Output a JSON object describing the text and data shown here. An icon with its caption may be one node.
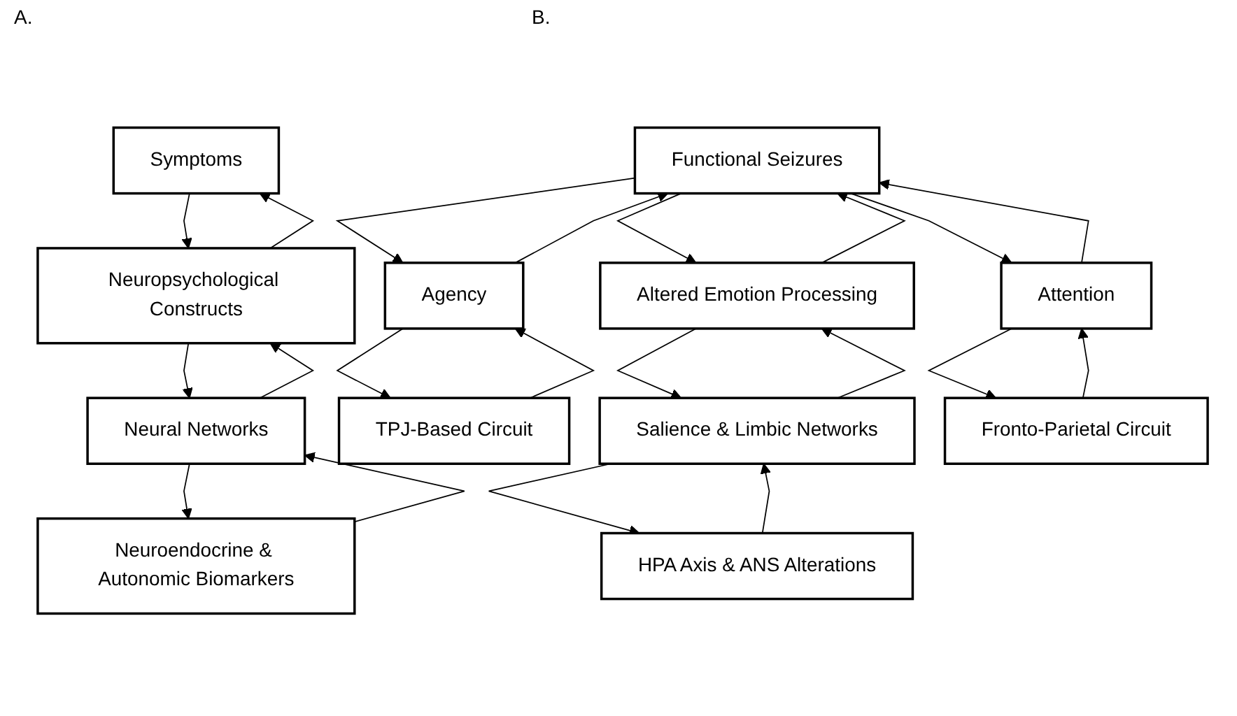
{
  "diagram": {
    "nodes": [
      {
        "text": [
          "Symptoms"
        ]
      },
      {
        "text": [
          "Neuropsychological Constructs"
        ]
      },
      {
        "text": [
          "Neural Networks"
        ]
      },
      {
        "text": [
          "Neuroendocrine & Autonomic Biomarkers"
        ]
      },
      {
        "text": [
          "Functional Seizures"
        ]
      },
      {
        "text": [
          "Agency"
        ]
      },
      {
        "text": [
          "Altered Emotion Processing"
        ]
      },
      {
        "text": [
          "Attention"
        ]
      },
      {
        "text": [
          "TPJ-Based Circuit"
        ]
      },
      {
        "text": [
          "Salience & Limbic Networks"
        ]
      },
      {
        "text": [
          "Fronto-Parietal Circuit"
        ]
      },
      {
        "text": [
          "HPA Axis & ANS Alterations"
        ]
      }
    ],
    "edges": [
      {
        "from": 1,
        "to": 0,
        "arrow": "to"
      },
      {
        "from": 0,
        "to": 1,
        "arrow": "to"
      },
      {
        "from": 2,
        "to": 1,
        "arrow": "to"
      },
      {
        "from": 1,
        "to": 2,
        "arrow": "to"
      },
      {
        "from": 3,
        "to": 2,
        "arrow": "to"
      },
      {
        "from": 2,
        "to": 3,
        "arrow": "to"
      },
      {
        "from": 5,
        "to": 4,
        "arrow": "to"
      },
      {
        "from": 4,
        "to": 5,
        "arrow": "to"
      },
      {
        "from": 6,
        "to": 4,
        "arrow": "to"
      },
      {
        "from": 4,
        "to": 6,
        "arrow": "to"
      },
      {
        "from": 7,
        "to": 4,
        "arrow": "to"
      },
      {
        "from": 4,
        "to": 7,
        "arrow": "to"
      },
      {
        "from": 8,
        "to": 5,
        "arrow": "to"
      },
      {
        "from": 5,
        "to": 8,
        "arrow": "to"
      },
      {
        "from": 9,
        "to": 6,
        "arrow": "to"
      },
      {
        "from": 6,
        "to": 9,
        "arrow": "to"
      },
      {
        "from": 10,
        "to": 7,
        "arrow": "to"
      },
      {
        "from": 7,
        "to": 10,
        "arrow": "to"
      },
      {
        "from": 11,
        "to": 9,
        "arrow": "to"
      },
      {
        "from": 9,
        "to": 11,
        "arrow": "to"
      }
    ],
    "labels": [
      "A.",
      "B."
    ]
  }
}
